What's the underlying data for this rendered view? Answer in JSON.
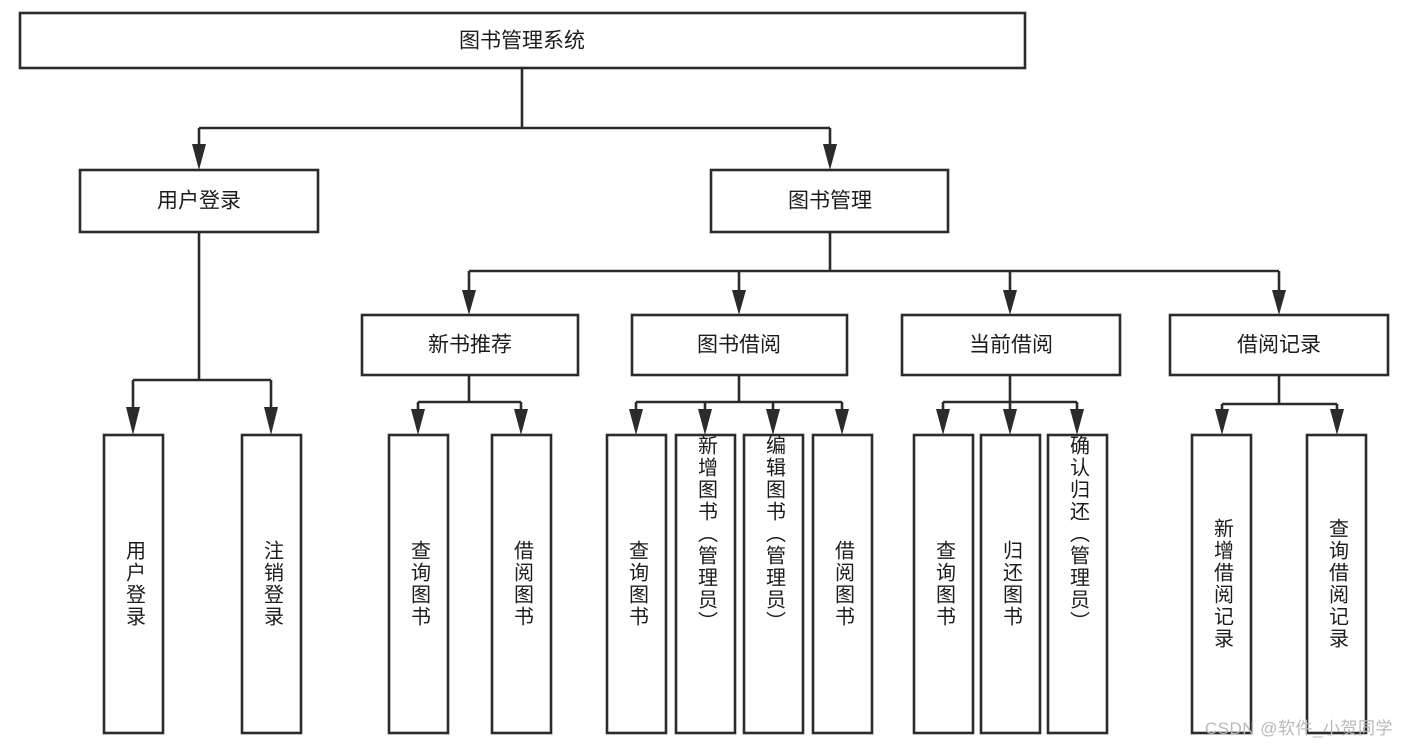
{
  "diagram": {
    "type": "tree-hierarchy-flowchart",
    "title": "图书管理系统",
    "orientation": "top-down",
    "box_fill": "#ffffff",
    "box_stroke": "#2b2b2b",
    "text_color": "#1c1c1c",
    "levels": [
      {
        "level": 1,
        "nodes": [
          {
            "id": "root",
            "label": "图书管理系统"
          }
        ]
      },
      {
        "level": 2,
        "nodes": [
          {
            "id": "login",
            "label": "用户登录",
            "parent": "root"
          },
          {
            "id": "bookmgmt",
            "label": "图书管理",
            "parent": "root"
          }
        ]
      },
      {
        "level": 3,
        "nodes": [
          {
            "id": "newbook",
            "label": "新书推荐",
            "parent": "bookmgmt"
          },
          {
            "id": "borrow",
            "label": "图书借阅",
            "parent": "bookmgmt"
          },
          {
            "id": "current",
            "label": "当前借阅",
            "parent": "bookmgmt"
          },
          {
            "id": "record",
            "label": "借阅记录",
            "parent": "bookmgmt"
          }
        ]
      },
      {
        "level": 4,
        "nodes": [
          {
            "id": "leaf1",
            "label": "用户登录",
            "parent": "login"
          },
          {
            "id": "leaf2",
            "label": "注销登录",
            "parent": "login"
          },
          {
            "id": "leaf3",
            "label": "查询图书",
            "parent": "newbook"
          },
          {
            "id": "leaf4",
            "label": "借阅图书",
            "parent": "newbook"
          },
          {
            "id": "leaf5",
            "label": "查询图书",
            "parent": "borrow"
          },
          {
            "id": "leaf6",
            "label": "新增图书（管理员）",
            "parent": "borrow"
          },
          {
            "id": "leaf7",
            "label": "编辑图书（管理员）",
            "parent": "borrow"
          },
          {
            "id": "leaf8",
            "label": "借阅图书",
            "parent": "borrow"
          },
          {
            "id": "leaf9",
            "label": "查询图书",
            "parent": "current"
          },
          {
            "id": "leaf10",
            "label": "归还图书",
            "parent": "current"
          },
          {
            "id": "leaf11",
            "label": "确认归还（管理员）",
            "parent": "current"
          },
          {
            "id": "leaf12",
            "label": "新增借阅记录",
            "parent": "record"
          },
          {
            "id": "leaf13",
            "label": "查询借阅记录",
            "parent": "record"
          }
        ]
      }
    ]
  },
  "watermark": {
    "text": "CSDN @软件_小贺同学"
  }
}
